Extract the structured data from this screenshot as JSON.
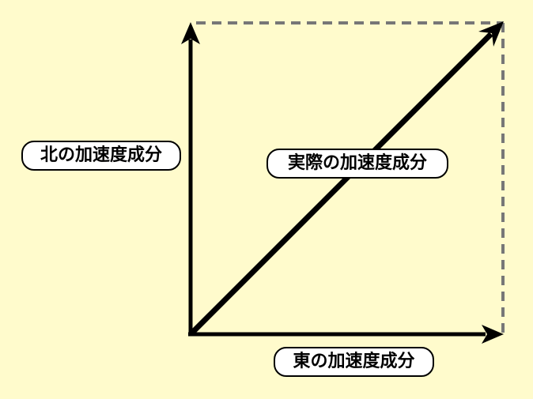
{
  "labels": {
    "north": "北の加速度成分",
    "actual": "実際の加速度成分",
    "east": "東の加速度成分"
  },
  "colors": {
    "background": "#fffbcc",
    "arrow": "#000000",
    "dashed_guide": "#777777",
    "label_fill": "#ffffff"
  }
}
